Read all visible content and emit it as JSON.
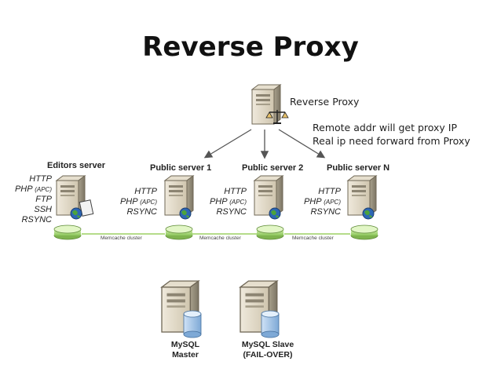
{
  "title": "Reverse Proxy",
  "proxy": {
    "label": "Reverse Proxy",
    "note_line1": "Remote addr will get proxy IP",
    "note_line2": "Real ip need forward from Proxy"
  },
  "servers": {
    "editors": {
      "name": "Editors server",
      "services": [
        "HTTP",
        "PHP",
        "FTP",
        "SSH",
        "RSYNC"
      ],
      "apc": "(APC)"
    },
    "public1": {
      "name": "Public server 1",
      "services": [
        "HTTP",
        "PHP",
        "RSYNC"
      ],
      "apc": "(APC)"
    },
    "public2": {
      "name": "Public server 2",
      "services": [
        "HTTP",
        "PHP",
        "RSYNC"
      ],
      "apc": "(APC)"
    },
    "publicN": {
      "name": "Public server N",
      "services": [
        "HTTP",
        "PHP",
        "RSYNC"
      ],
      "apc": "(APC)"
    }
  },
  "memcache": {
    "label": "Memcache cluster"
  },
  "databases": {
    "master": {
      "line1": "MySQL",
      "line2": "Master"
    },
    "slave": {
      "line1": "MySQL Slave",
      "line2": "(FAIL-OVER)"
    }
  },
  "colors": {
    "server_body": "#dcd3c0",
    "disk_green": "#b7e08a",
    "db_blue": "#9fc3e8",
    "arrow": "#555555"
  }
}
